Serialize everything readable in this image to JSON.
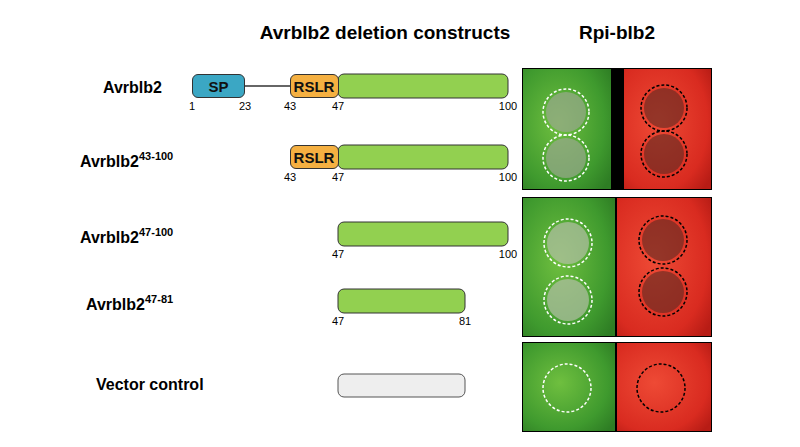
{
  "diagram": {
    "title": "Avrblb2 deletion constructs",
    "nodes": [
      {
        "text": [
          "SP"
        ]
      },
      {
        "text": [
          "RSLR"
        ]
      },
      {
        "text": [
          "RSLR"
        ]
      }
    ],
    "labels": [
      "Rpi-blb2",
      "Avrblb2",
      "1",
      "23",
      "43",
      "47",
      "100",
      "Avrblb2",
      "43-100",
      "43",
      "47",
      "100",
      "Avrblb2",
      "47-100",
      "47",
      "100",
      "Avrblb2",
      "47-81",
      "47",
      "81",
      "Vector control"
    ]
  }
}
